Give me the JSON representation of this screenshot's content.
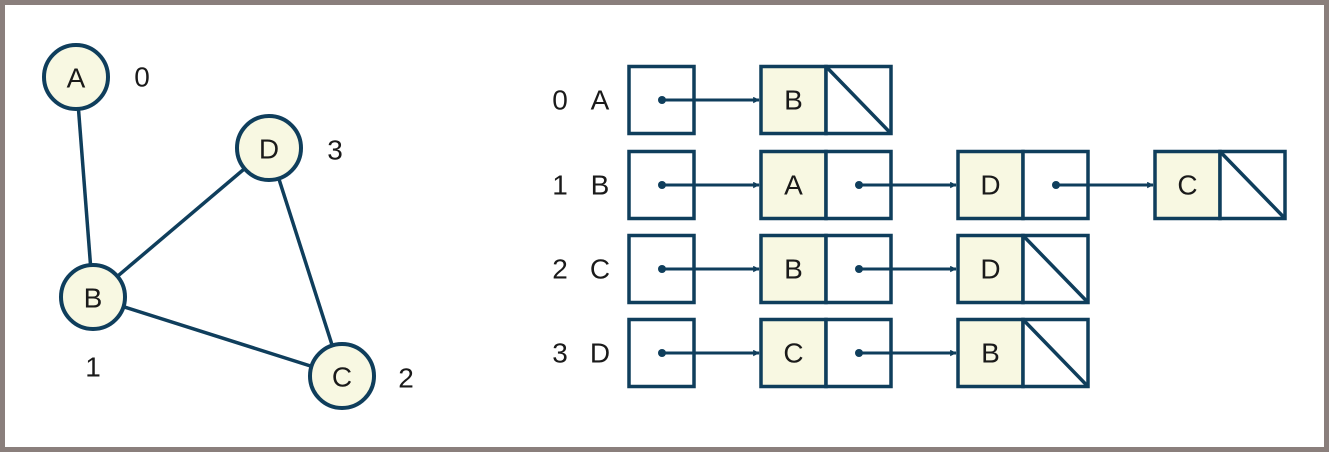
{
  "colors": {
    "stroke": "#0f3e5c",
    "node_fill": "#f8f8e2",
    "frame": "#8a7f7c",
    "text": "#1a1a1a"
  },
  "graph": {
    "nodes": [
      {
        "id": "A",
        "label": "A",
        "index": "0"
      },
      {
        "id": "B",
        "label": "B",
        "index": "1"
      },
      {
        "id": "C",
        "label": "C",
        "index": "2"
      },
      {
        "id": "D",
        "label": "D",
        "index": "3"
      }
    ],
    "edges": [
      [
        "A",
        "B"
      ],
      [
        "B",
        "D"
      ],
      [
        "B",
        "C"
      ],
      [
        "D",
        "C"
      ]
    ]
  },
  "adjacency_list": [
    {
      "index": "0",
      "vertex": "A",
      "neighbors": [
        "B"
      ]
    },
    {
      "index": "1",
      "vertex": "B",
      "neighbors": [
        "A",
        "D",
        "C"
      ]
    },
    {
      "index": "2",
      "vertex": "C",
      "neighbors": [
        "B",
        "D"
      ]
    },
    {
      "index": "3",
      "vertex": "D",
      "neighbors": [
        "C",
        "B"
      ]
    }
  ]
}
